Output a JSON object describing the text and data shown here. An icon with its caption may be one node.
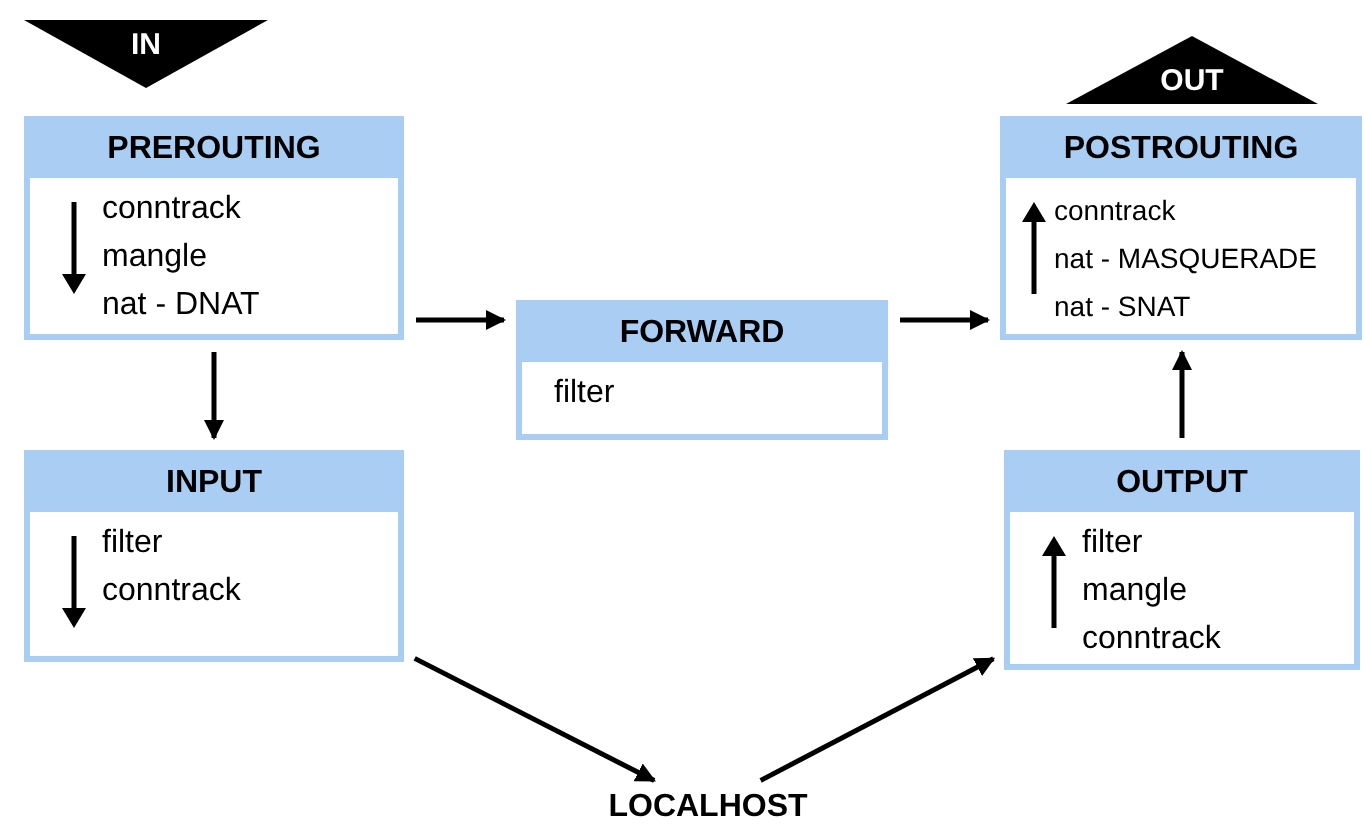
{
  "diagram": {
    "nodes": [
      {
        "text": [
          "IN"
        ]
      },
      {
        "text": [
          "PREROUTING",
          "conntrack",
          "mangle",
          "nat - DNAT"
        ]
      },
      {
        "text": [
          "OUT"
        ]
      },
      {
        "text": [
          "POSTROUTING",
          "conntrack",
          "nat - MASQUERADE",
          "nat - SNAT"
        ]
      },
      {
        "text": [
          "FORWARD",
          "filter"
        ]
      },
      {
        "text": [
          "INPUT",
          "filter",
          "conntrack"
        ]
      },
      {
        "text": [
          "OUTPUT",
          "filter",
          "mangle",
          "conntrack"
        ]
      },
      {
        "text": [
          "LOCALHOST"
        ]
      }
    ],
    "edges": [
      {
        "from": 1,
        "to": 4,
        "arrow": "to"
      },
      {
        "from": 4,
        "to": 3,
        "arrow": "to"
      },
      {
        "from": 1,
        "to": 5,
        "arrow": "to"
      },
      {
        "from": 5,
        "to": 7,
        "arrow": "to"
      },
      {
        "from": 7,
        "to": 6,
        "arrow": "to"
      },
      {
        "from": 6,
        "to": 3,
        "arrow": "to"
      }
    ]
  }
}
